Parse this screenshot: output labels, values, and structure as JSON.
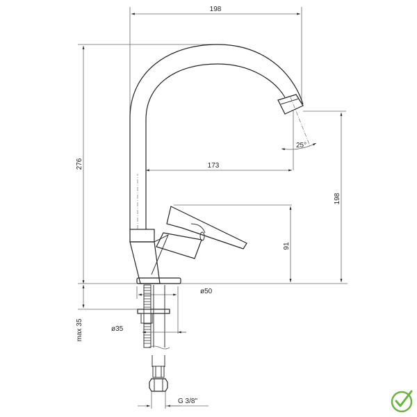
{
  "diagram": {
    "subject": "Single-lever kitchen faucet technical drawing",
    "dimensions": {
      "top_width": "198",
      "total_height": "276",
      "spout_angle": "25°",
      "spout_reach": "173",
      "spout_outlet_height": "198",
      "lever_height": "91",
      "base_diameter": "ø50",
      "max_counter_thickness": "max 35",
      "shank_diameter": "ø35",
      "connection_thread": "G 3/8\""
    },
    "badge": {
      "icon": "check-circle-icon",
      "color": "#6cb33f"
    },
    "line_color": "#222222"
  }
}
